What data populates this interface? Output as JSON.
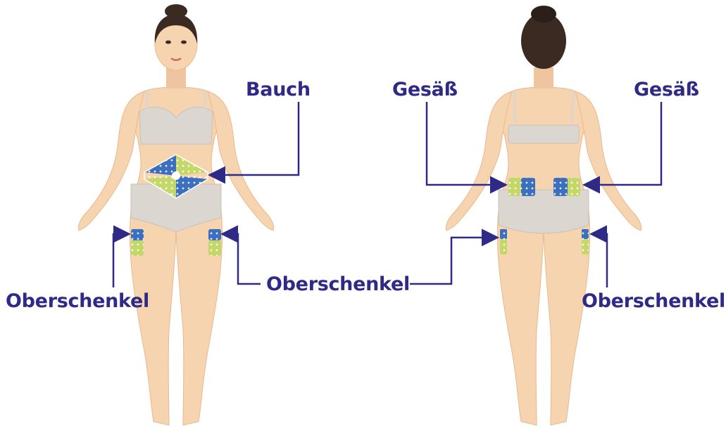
{
  "labels": {
    "front_abdomen": "Bauch",
    "front_left_thigh": "Oberschenkel",
    "front_right_thigh": "Oberschenkel",
    "back_left_glute": "Gesäß",
    "back_right_glute": "Gesäß",
    "back_right_thigh": "Oberschenkel"
  },
  "colors": {
    "label": "#2e2a86",
    "skin": "#f6d4b0",
    "skin_shadow": "#e9b88e",
    "underwear": "#dcd6d0",
    "hair": "#3a2a22",
    "pad_blue": "#3d6fbf",
    "pad_green": "#c4d86a"
  }
}
